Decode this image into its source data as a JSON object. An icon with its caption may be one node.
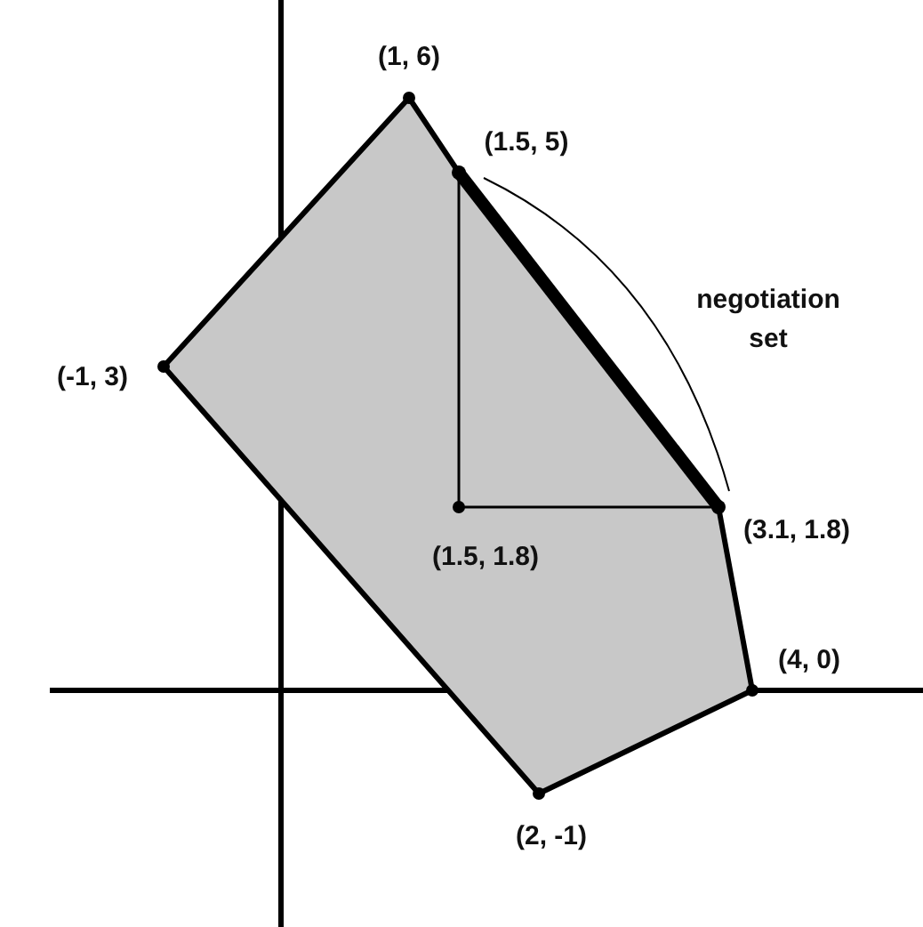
{
  "diagram": {
    "labels": [
      "(1, 6)",
      "(1.5, 5)",
      "negotiation set",
      "(-1, 3)",
      "(3.1, 1.8)",
      "(1.5, 1.8)",
      "(4, 0)",
      "(2, -1)"
    ]
  }
}
